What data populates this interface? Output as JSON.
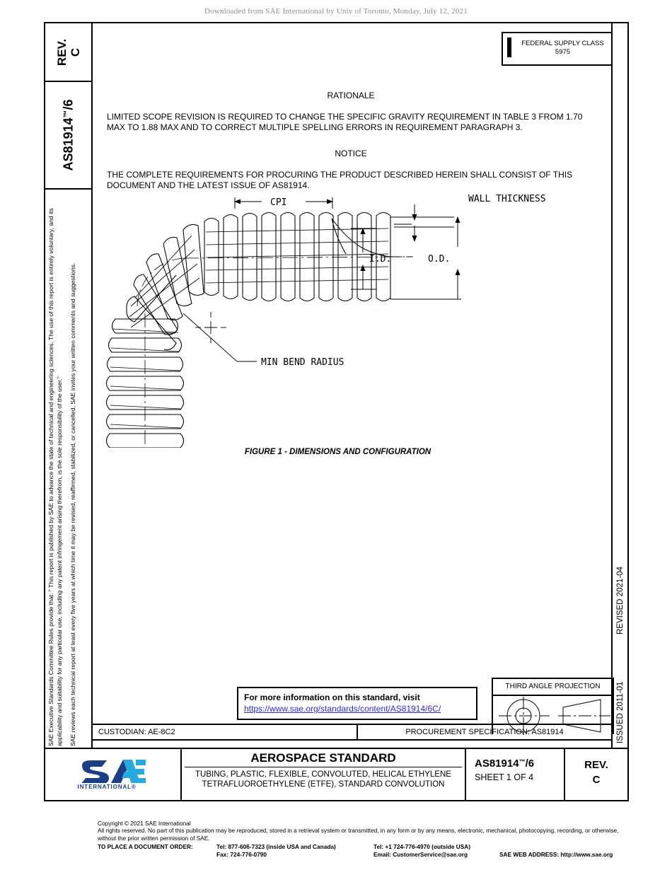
{
  "banner": {
    "text": "Downloaded from SAE International by Univ of Toronto, Monday, July 12, 2021"
  },
  "left_margin": {
    "rev_label": "REV.",
    "rev_value": "C",
    "doc_number": "AS81914",
    "doc_tm": "™",
    "doc_suffix": "/6",
    "legal_paragraph_1": "SAE Executive Standards Committee Rules provide that: \" This report is published by SAE to advance the state of technical and engineering sciences. The use of this report is entirely voluntary, and its applicability and suitability for any particular use, including any patent infringement arising therefrom, is the sole responsibility of the user.\"",
    "legal_paragraph_2": "SAE reviews each technical report at least every five years at which time it may be revised, reaffirmed, stabilized, or cancelled. SAE invites your written comments and suggestions."
  },
  "right_margin": {
    "issued": "ISSUED 2011-01",
    "revised": "REVISED 2021-04"
  },
  "fsc": {
    "label": "FEDERAL SUPPLY CLASS",
    "value": "5975"
  },
  "body": {
    "rationale_heading": "RATIONALE",
    "rationale_text": "LIMITED SCOPE REVISION IS REQUIRED TO CHANGE THE SPECIFIC GRAVITY REQUIREMENT IN TABLE 3 FROM 1.70 MAX TO 1.88 MAX AND TO CORRECT MULTIPLE SPELLING ERRORS IN REQUIREMENT PARAGRAPH 3.",
    "notice_heading": "NOTICE",
    "notice_text": "THE COMPLETE REQUIREMENTS FOR PROCURING THE PRODUCT DESCRIBED HEREIN SHALL CONSIST OF THIS DOCUMENT AND THE LATEST ISSUE OF AS81914."
  },
  "figure": {
    "caption": "FIGURE 1 - DIMENSIONS AND CONFIGURATION",
    "labels": {
      "cpi": "CPI",
      "wall_thickness": "WALL THICKNESS",
      "inner_diameter": "I.D.",
      "outer_diameter": "O.D.",
      "min_bend_radius": "MIN BEND RADIUS"
    }
  },
  "info_box": {
    "line1": "For more information on this standard, visit",
    "url": "https://www.sae.org/standards/content/AS81914/6C/"
  },
  "third_angle": {
    "title": "THIRD ANGLE PROJECTION"
  },
  "custodian_row": {
    "custodian": "CUSTODIAN: AE-8C2",
    "procurement": "PROCUREMENT SPECIFICATION: AS81914"
  },
  "title_block": {
    "logo_text": "SAE",
    "logo_subtext": "INTERNATIONAL®",
    "standard_type": "AEROSPACE STANDARD",
    "description": "TUBING, PLASTIC, FLEXIBLE, CONVOLUTED, HELICAL ETHYLENE TETRAFLUOROETHYLENE (ETFE), STANDARD CONVOLUTION",
    "doc_number": "AS81914",
    "doc_tm": "™",
    "doc_suffix": "/6",
    "sheet": "SHEET 1 OF 4",
    "rev_label": "REV.",
    "rev_value": "C"
  },
  "footer": {
    "copyright": "Copyright © 2021 SAE International",
    "rights": "All rights reserved. No part of this publication may be reproduced, stored in a retrieval system or transmitted, in any form or by any means, electronic, mechanical, photocopying, recording, or otherwise, without the prior written permission of SAE.",
    "order_label": "TO PLACE A DOCUMENT ORDER:",
    "tel_inside": "Tel: 877-606-7323 (inside USA and Canada)",
    "fax": "Fax: 724-776-0790",
    "tel_outside": "Tel: +1 724-776-4970 (outside USA)",
    "email": "Email: CustomerService@sae.org",
    "web": "SAE WEB ADDRESS: http://www.sae.org"
  },
  "colors": {
    "link": "#2a2ae0",
    "logo_dark": "#1b3f87",
    "logo_light": "#27a9e0"
  }
}
